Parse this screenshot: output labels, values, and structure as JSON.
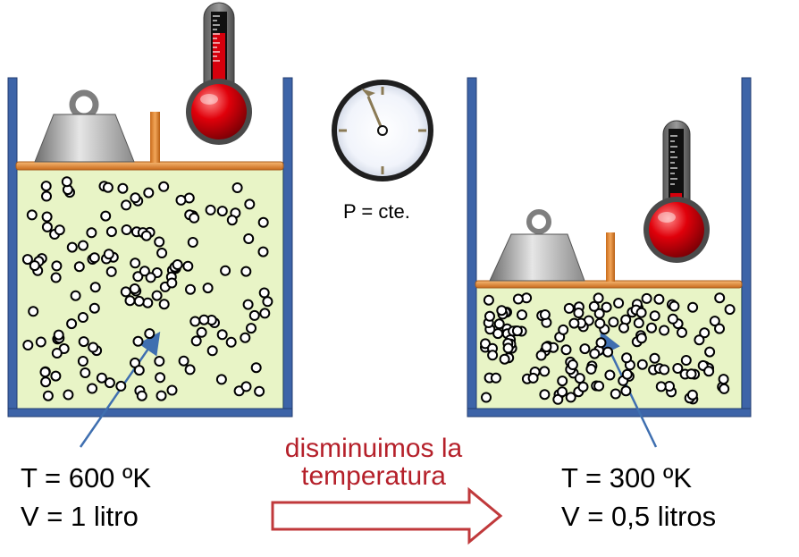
{
  "gauge": {
    "label": "P = cte."
  },
  "left": {
    "temperature": "T = 600 ºK",
    "volume": "V = 1 litro"
  },
  "right": {
    "temperature": "T = 300 ºK",
    "volume": "V = 0,5 litros"
  },
  "transition": {
    "line1": "disminuimos la",
    "line2": "temperatura"
  },
  "colors": {
    "container": "#3d64a8",
    "gas": "#e8f4c6",
    "piston": "#e48a33",
    "mercury": "#d6000c",
    "arrow": "#c0393b",
    "pointer": "#3f6fb0"
  },
  "icons": [
    "weight-icon",
    "thermometer-icon",
    "pressure-gauge-icon",
    "right-arrow-icon"
  ]
}
